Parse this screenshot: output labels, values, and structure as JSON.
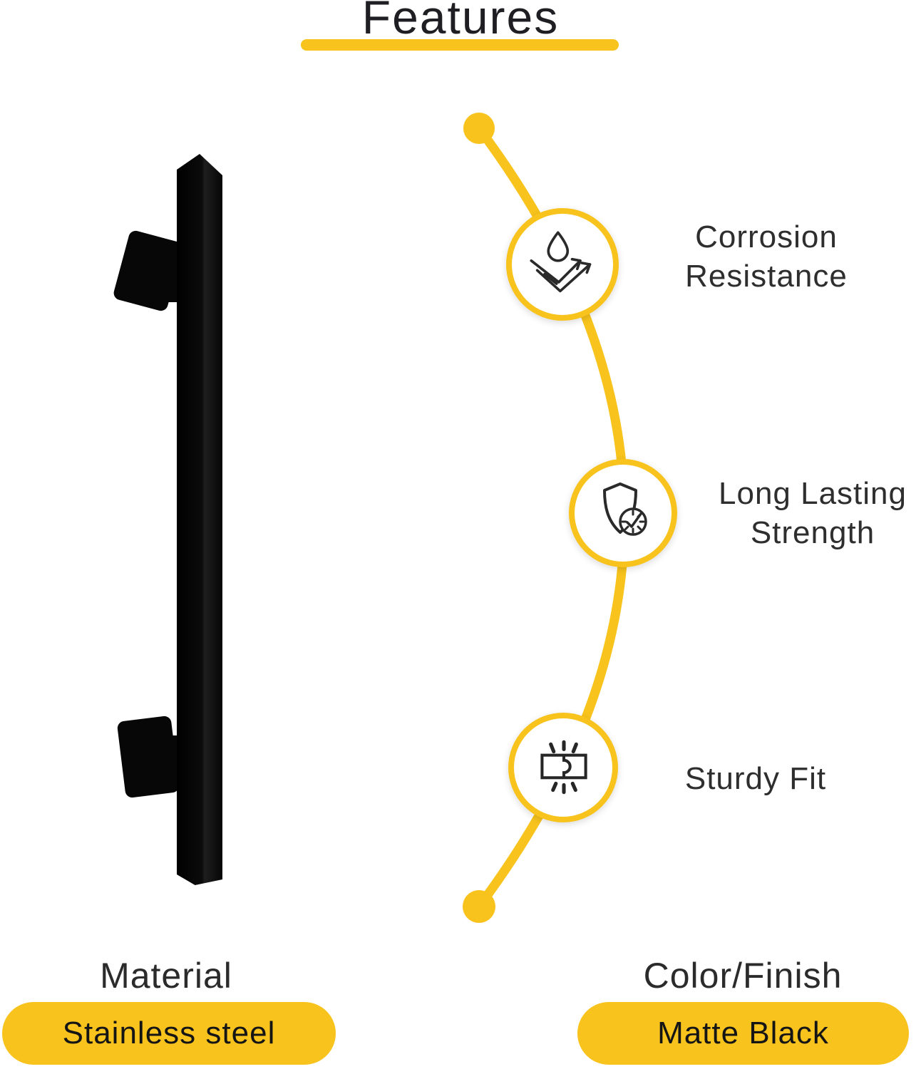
{
  "title": "Features",
  "features": [
    {
      "label": "Corrosion Resistance",
      "icon": "corrosion-resistance-icon"
    },
    {
      "label": "Long Lasting Strength",
      "icon": "shield-clock-icon"
    },
    {
      "label": "Sturdy Fit",
      "icon": "sturdy-fit-icon"
    }
  ],
  "specs": {
    "material": {
      "heading": "Material",
      "value": "Stainless steel"
    },
    "finish": {
      "heading": "Color/Finish",
      "value": "Matte Black"
    }
  },
  "colors": {
    "accent_yellow": "#F7C31C",
    "text_dark": "#2B2B2B",
    "handle_black": "#0A0A0A"
  }
}
